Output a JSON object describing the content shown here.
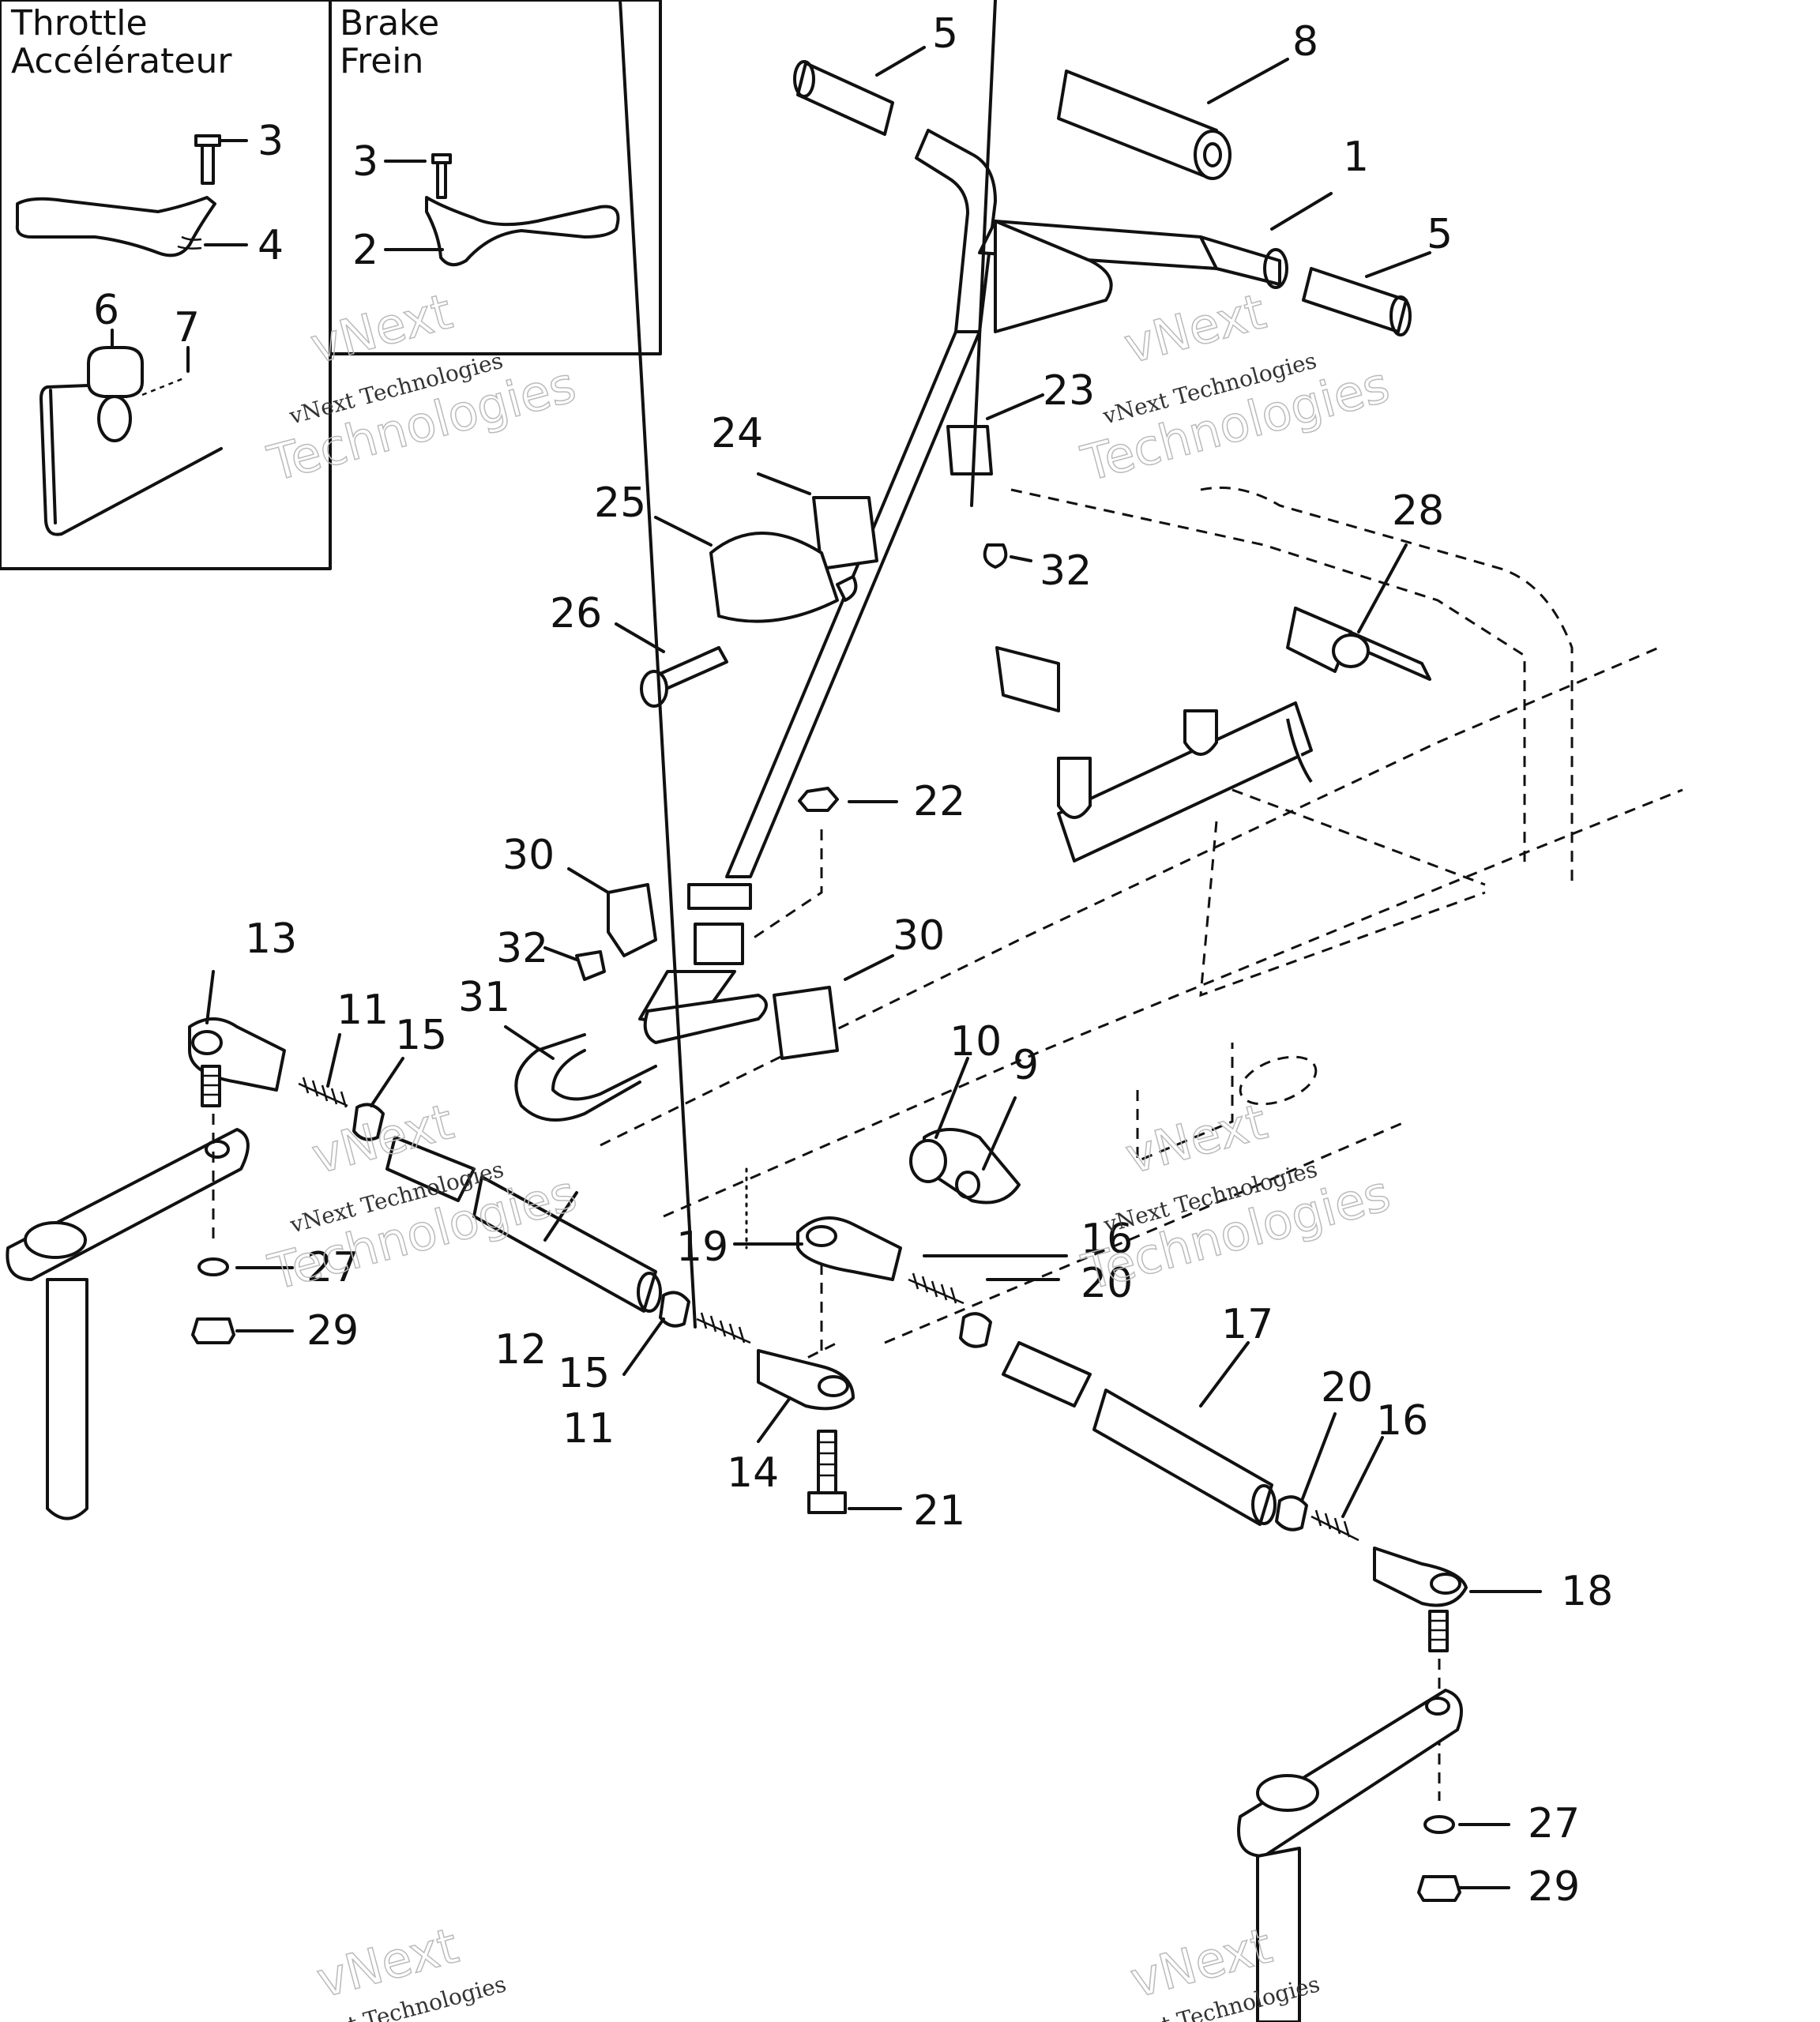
{
  "insets": {
    "throttle": {
      "title_en": "Throttle",
      "title_fr": "Accélérateur"
    },
    "brake": {
      "title_en": "Brake",
      "title_fr": "Frein"
    }
  },
  "watermark": {
    "line1": "vNext Technologies",
    "line2": "vNext",
    "line3": "Technologies"
  },
  "callouts": [
    {
      "id": "t3",
      "label": "3"
    },
    {
      "id": "t4",
      "label": "4"
    },
    {
      "id": "t6",
      "label": "6"
    },
    {
      "id": "t7",
      "label": "7"
    },
    {
      "id": "b3",
      "label": "3"
    },
    {
      "id": "b2",
      "label": "2"
    },
    {
      "id": "c5a",
      "label": "5"
    },
    {
      "id": "c8",
      "label": "8"
    },
    {
      "id": "c1",
      "label": "1"
    },
    {
      "id": "c5b",
      "label": "5"
    },
    {
      "id": "c23",
      "label": "23"
    },
    {
      "id": "c24",
      "label": "24"
    },
    {
      "id": "c25",
      "label": "25"
    },
    {
      "id": "c32a",
      "label": "32"
    },
    {
      "id": "c28",
      "label": "28"
    },
    {
      "id": "c26",
      "label": "26"
    },
    {
      "id": "c22",
      "label": "22"
    },
    {
      "id": "c30a",
      "label": "30"
    },
    {
      "id": "c32b",
      "label": "32"
    },
    {
      "id": "c30b",
      "label": "30"
    },
    {
      "id": "c31",
      "label": "31"
    },
    {
      "id": "c13",
      "label": "13"
    },
    {
      "id": "c11a",
      "label": "11"
    },
    {
      "id": "c15a",
      "label": "15"
    },
    {
      "id": "c10",
      "label": "10"
    },
    {
      "id": "c9",
      "label": "9"
    },
    {
      "id": "c19",
      "label": "19"
    },
    {
      "id": "c16a",
      "label": "16"
    },
    {
      "id": "c20a",
      "label": "20"
    },
    {
      "id": "c27a",
      "label": "27"
    },
    {
      "id": "c29a",
      "label": "29"
    },
    {
      "id": "c12",
      "label": "12"
    },
    {
      "id": "c15b",
      "label": "15"
    },
    {
      "id": "c11b",
      "label": "11"
    },
    {
      "id": "c14",
      "label": "14"
    },
    {
      "id": "c21",
      "label": "21"
    },
    {
      "id": "c17",
      "label": "17"
    },
    {
      "id": "c20b",
      "label": "20"
    },
    {
      "id": "c16b",
      "label": "16"
    },
    {
      "id": "c18",
      "label": "18"
    },
    {
      "id": "c27b",
      "label": "27"
    },
    {
      "id": "c29b",
      "label": "29"
    }
  ]
}
